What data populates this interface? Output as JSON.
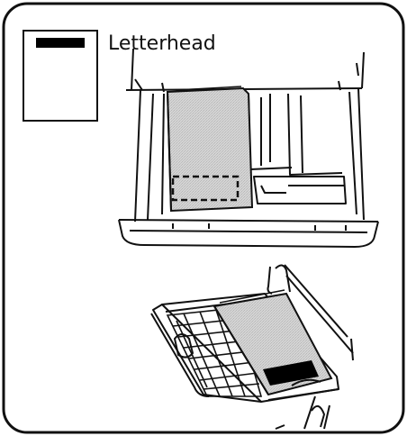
{
  "label": {
    "text": "Letterhead"
  },
  "colors": {
    "ink": "#111111",
    "paper_gray": "#cfcfcf",
    "background": "#ffffff",
    "frame": "#111111",
    "mark": "#000000"
  },
  "icons": {
    "letterhead_page": "letterhead-sheet-icon",
    "tray_paper": "paper-stack-in-tray",
    "bypass_tray_paper": "paper-on-bypass-tray"
  }
}
